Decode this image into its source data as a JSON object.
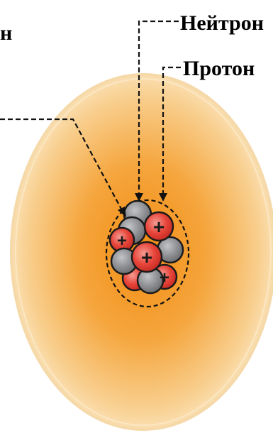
{
  "labels": {
    "neutron": "Нейтрон",
    "proton": "Протон",
    "left_partial": "н"
  },
  "symbols": {
    "proton_charge": "+"
  },
  "colors": {
    "cloud_center": "#f39a1f",
    "cloud_edge": "#fff1dc",
    "cloud_outline": "#f6dfb6",
    "proton_fill": "#e8463b",
    "proton_inner": "#f07a70",
    "neutron_fill": "#8d8f93",
    "neutron_inner": "#b7b9bc",
    "outline": "#1b1b1b"
  }
}
